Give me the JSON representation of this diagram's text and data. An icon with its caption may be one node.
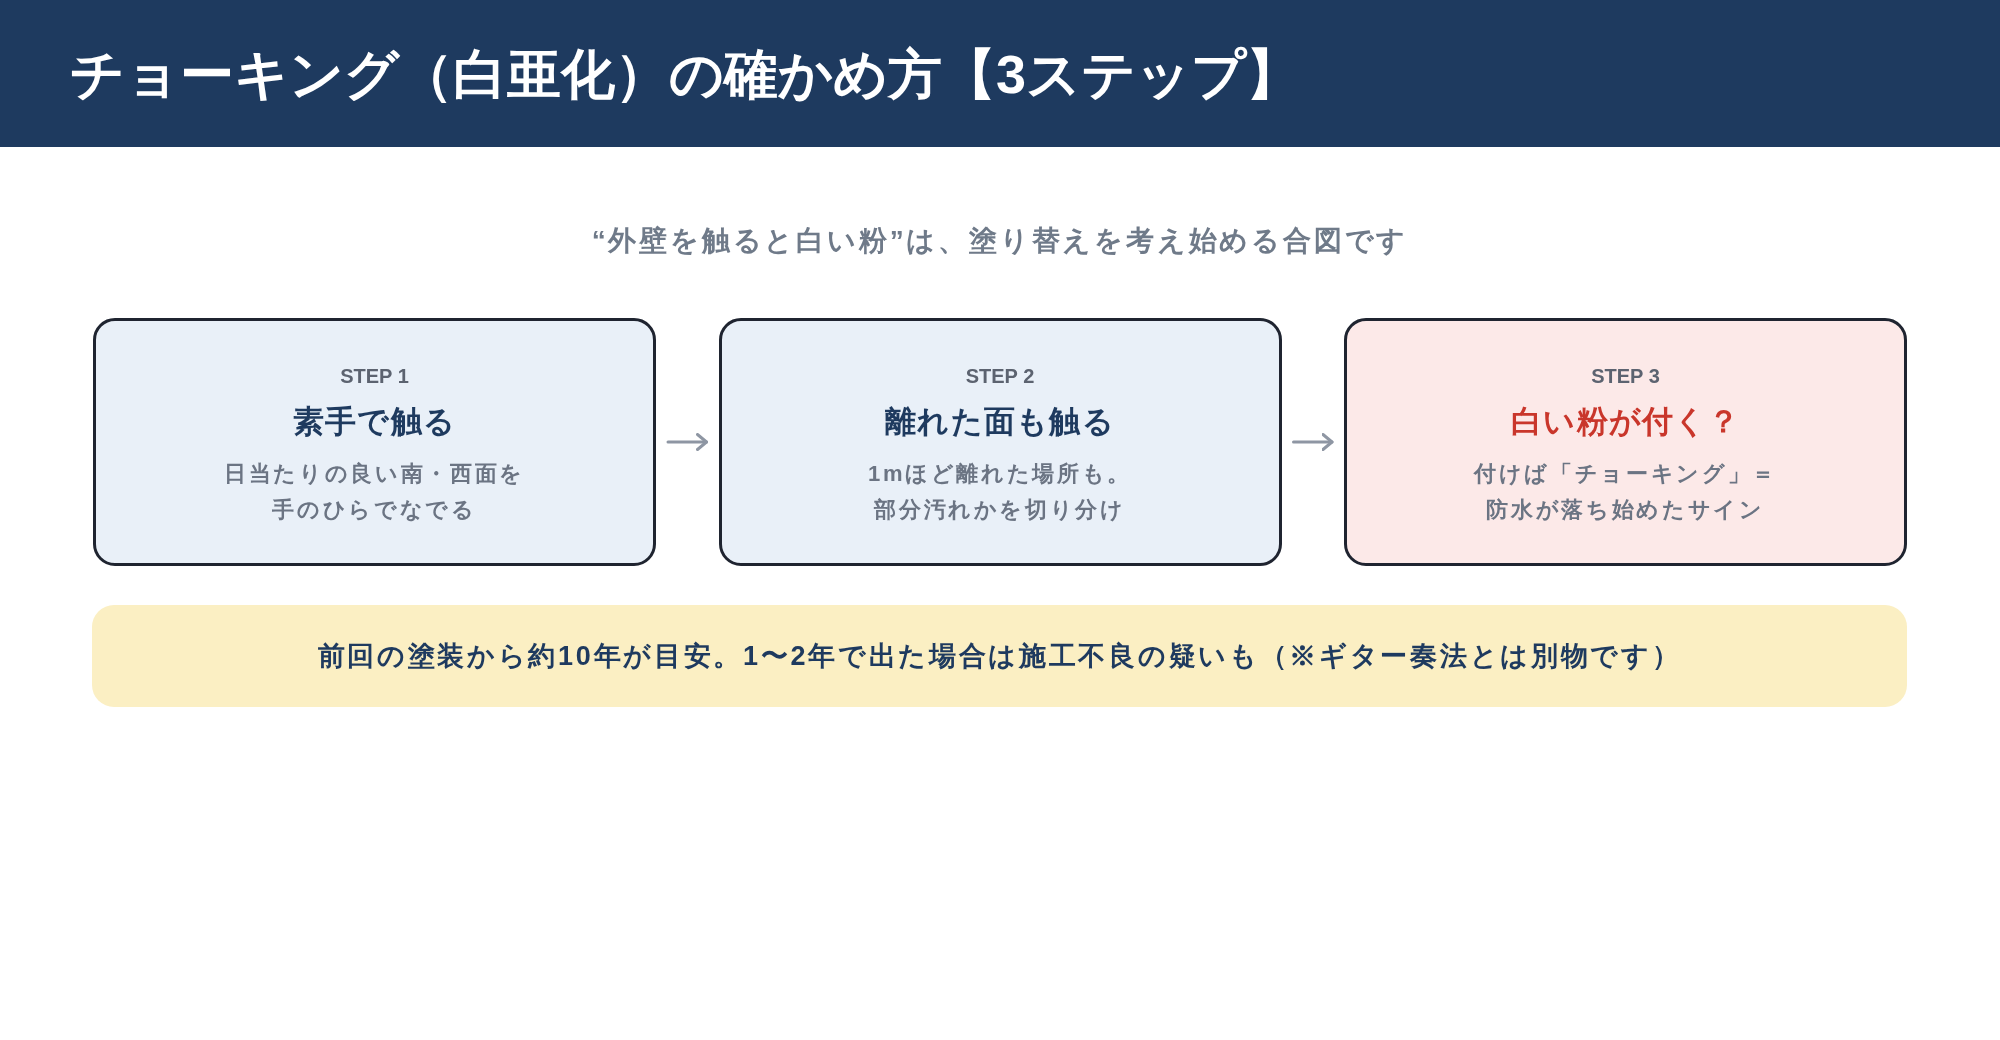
{
  "diagram": {
    "title": "チョーキング（白亜化）の確かめ方【3ステップ】",
    "nodes": [
      {
        "text": [
          "STEP 1",
          "素手で触る",
          "日当たりの良い南・西面を手のひらでなでる"
        ]
      },
      {
        "text": [
          "STEP 2",
          "離れた面も触る",
          "1mほど離れた場所も。部分汚れかを切り分け"
        ]
      },
      {
        "text": [
          "STEP 3",
          "白い粉が付く？",
          "付けば「チョーキング」＝防水が落ち始めたサイン"
        ]
      },
      {
        "text": [
          "前回の塗装から約10年が目安。1〜2年で出た場合は施工不良の疑いも（※ギター奏法とは別物です）"
        ]
      }
    ],
    "edges": [
      {
        "from": 0,
        "to": 1,
        "arrow": "to"
      },
      {
        "from": 1,
        "to": 2,
        "arrow": "to"
      }
    ],
    "labels": [
      "“外壁を触ると白い粉”は、塗り替えを考え始める合図です"
    ]
  }
}
